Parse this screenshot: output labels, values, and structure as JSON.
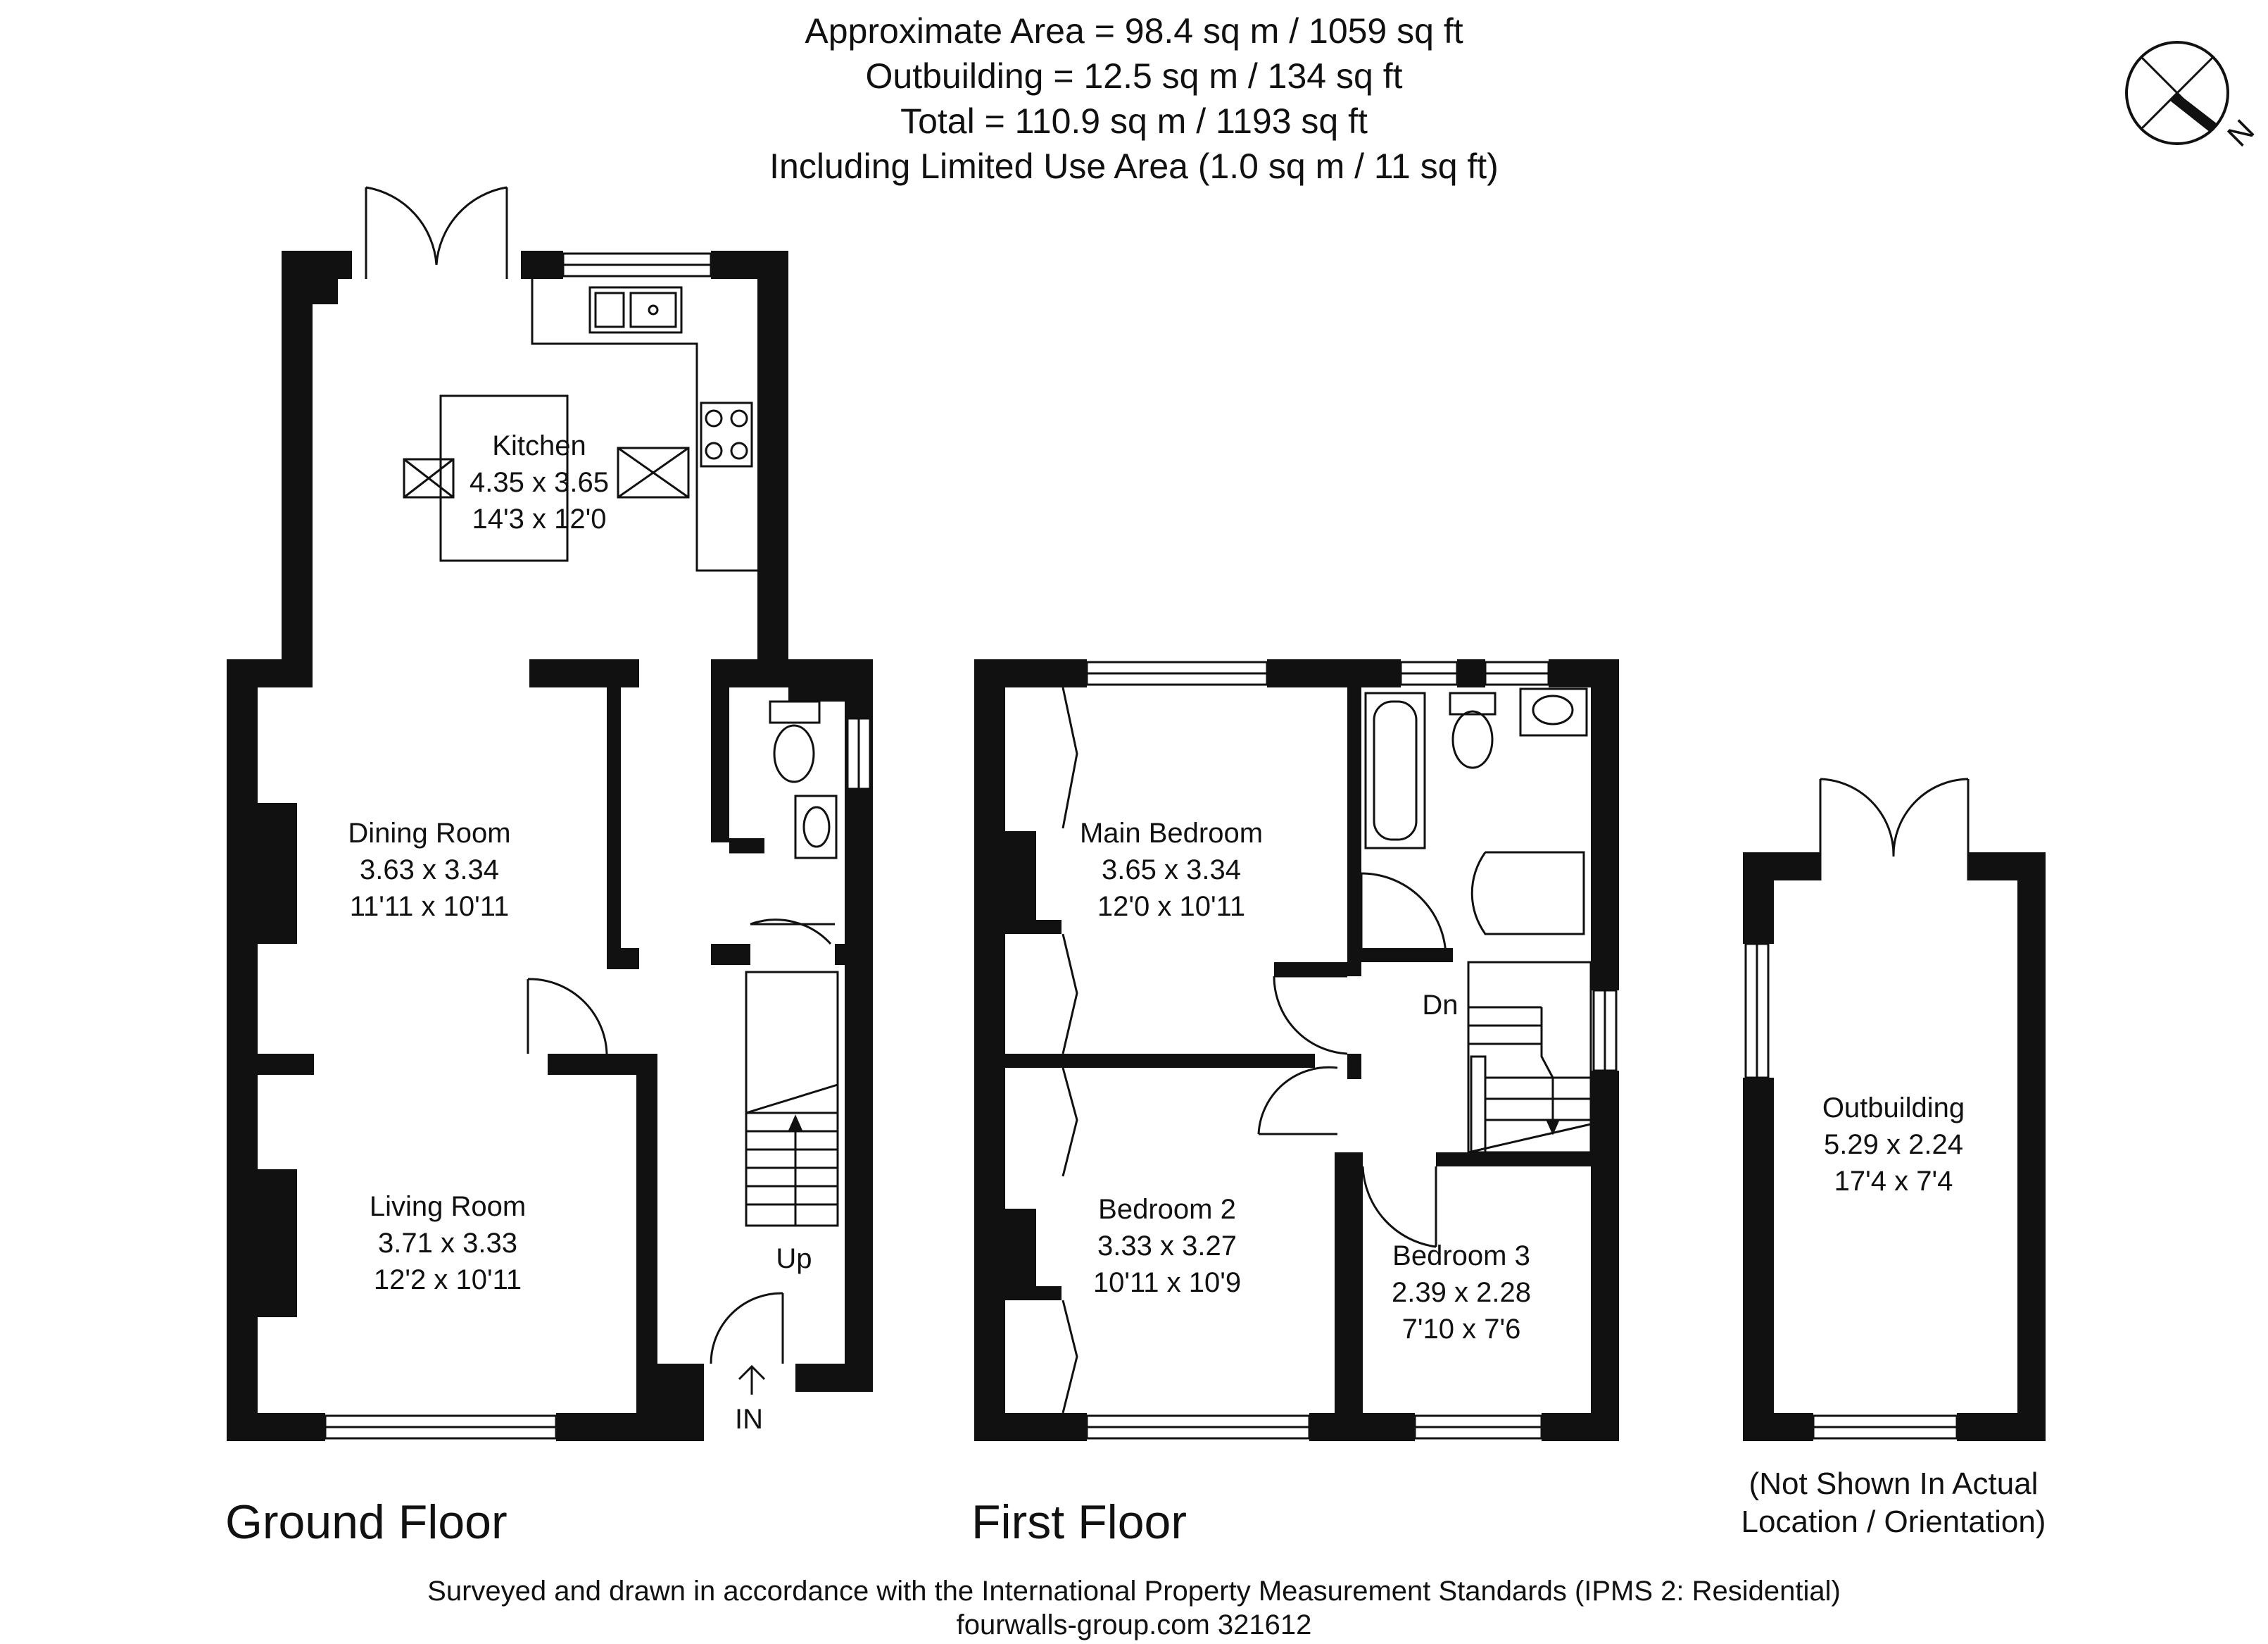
{
  "header": {
    "line1": "Approximate  Area = 98.4 sq m / 1059 sq ft",
    "line2": "Outbuilding = 12.5 sq m / 134 sq ft",
    "line3": "Total = 110.9 sq m / 1193 sq ft",
    "line4": "Including Limited Use Area (1.0 sq m / 11 sq ft)"
  },
  "compass": {
    "icon": "north-arrow-icon",
    "label": "N"
  },
  "ground_floor": {
    "label": "Ground Floor",
    "rooms": {
      "kitchen": {
        "name": "Kitchen",
        "metric": "4.35 x 3.65",
        "imperial": "14'3 x 12'0"
      },
      "dining": {
        "name": "Dining Room",
        "metric": "3.63 x 3.34",
        "imperial": "11'11 x 10'11"
      },
      "living": {
        "name": "Living Room",
        "metric": "3.71 x 3.33",
        "imperial": "12'2 x 10'11"
      }
    },
    "stairs_label": "Up",
    "entrance_label": "IN"
  },
  "first_floor": {
    "label": "First Floor",
    "rooms": {
      "main_bedroom": {
        "name": "Main Bedroom",
        "metric": "3.65 x 3.34",
        "imperial": "12'0 x 10'11"
      },
      "bedroom2": {
        "name": "Bedroom 2",
        "metric": "3.33 x 3.27",
        "imperial": "10'11 x 10'9"
      },
      "bedroom3": {
        "name": "Bedroom 3",
        "metric": "2.39 x 2.28",
        "imperial": "7'10 x 7'6"
      }
    },
    "stairs_label": "Dn"
  },
  "outbuilding": {
    "name": "Outbuilding",
    "metric": "5.29 x 2.24",
    "imperial": "17'4 x 7'4",
    "note_line1": "(Not Shown In Actual",
    "note_line2": "Location / Orientation)"
  },
  "footer": {
    "line1": "Surveyed and drawn in accordance with the International Property Measurement Standards (IPMS 2: Residential)",
    "line2": "fourwalls-group.com 321612"
  }
}
